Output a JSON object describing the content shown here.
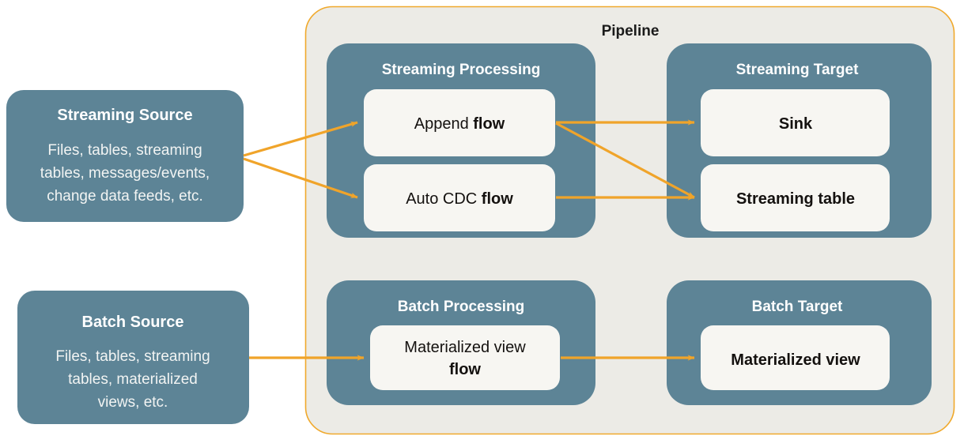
{
  "diagram": {
    "title": "Pipeline data flow diagram",
    "colors": {
      "teal": "#5d8496",
      "card": "#f7f6f2",
      "pipeline_fill": "#ecebe6",
      "pipeline_border": "#f0a92c",
      "arrow": "#f0a42a",
      "text_dark": "#14110f",
      "text_light": "#ffffff",
      "page_bg": "#ffffff"
    },
    "pipeline": {
      "label": "Pipeline"
    },
    "sources": [
      {
        "id": "streaming-source",
        "title": "Streaming Source",
        "description": "Files, tables, streaming tables, messages/events, change data feeds, etc.",
        "description_lines": [
          "Files, tables, streaming",
          "tables, messages/events,",
          "change data feeds, etc."
        ]
      },
      {
        "id": "batch-source",
        "title": "Batch Source",
        "description": "Files, tables, streaming tables, materialized views, etc.",
        "description_lines": [
          "Files, tables, streaming",
          "tables, materialized",
          "views, etc."
        ]
      }
    ],
    "groups": [
      {
        "id": "streaming-processing",
        "title": "Streaming Processing",
        "cards": [
          {
            "id": "append-flow",
            "prefix": "Append ",
            "strong": "flow",
            "lines": []
          },
          {
            "id": "auto-cdc-flow",
            "prefix": "Auto CDC ",
            "strong": "flow",
            "lines": []
          }
        ]
      },
      {
        "id": "streaming-target",
        "title": "Streaming Target",
        "cards": [
          {
            "id": "sink",
            "prefix": "",
            "strong": "Sink",
            "lines": []
          },
          {
            "id": "streaming-table",
            "prefix": "",
            "strong": "Streaming table",
            "lines": []
          }
        ]
      },
      {
        "id": "batch-processing",
        "title": "Batch Processing",
        "cards": [
          {
            "id": "materialized-view-flow",
            "prefix": "Materialized view",
            "strong": "flow",
            "lines": [
              "Materialized view",
              "flow"
            ]
          }
        ]
      },
      {
        "id": "batch-target",
        "title": "Batch Target",
        "cards": [
          {
            "id": "materialized-view",
            "prefix": "",
            "strong": "Materialized view",
            "lines": []
          }
        ]
      }
    ],
    "connections": [
      {
        "id": "streaming-source-to-append-flow",
        "from": "streaming-source",
        "to": "append-flow"
      },
      {
        "id": "streaming-source-to-auto-cdc-flow",
        "from": "streaming-source",
        "to": "auto-cdc-flow"
      },
      {
        "id": "append-flow-to-sink",
        "from": "append-flow",
        "to": "sink"
      },
      {
        "id": "append-flow-to-streaming-table",
        "from": "append-flow",
        "to": "streaming-table"
      },
      {
        "id": "auto-cdc-flow-to-streaming-table",
        "from": "auto-cdc-flow",
        "to": "streaming-table"
      },
      {
        "id": "batch-source-to-materialized-view-flow",
        "from": "batch-source",
        "to": "materialized-view-flow"
      },
      {
        "id": "materialized-view-flow-to-materialized-view",
        "from": "materialized-view-flow",
        "to": "materialized-view"
      }
    ]
  }
}
